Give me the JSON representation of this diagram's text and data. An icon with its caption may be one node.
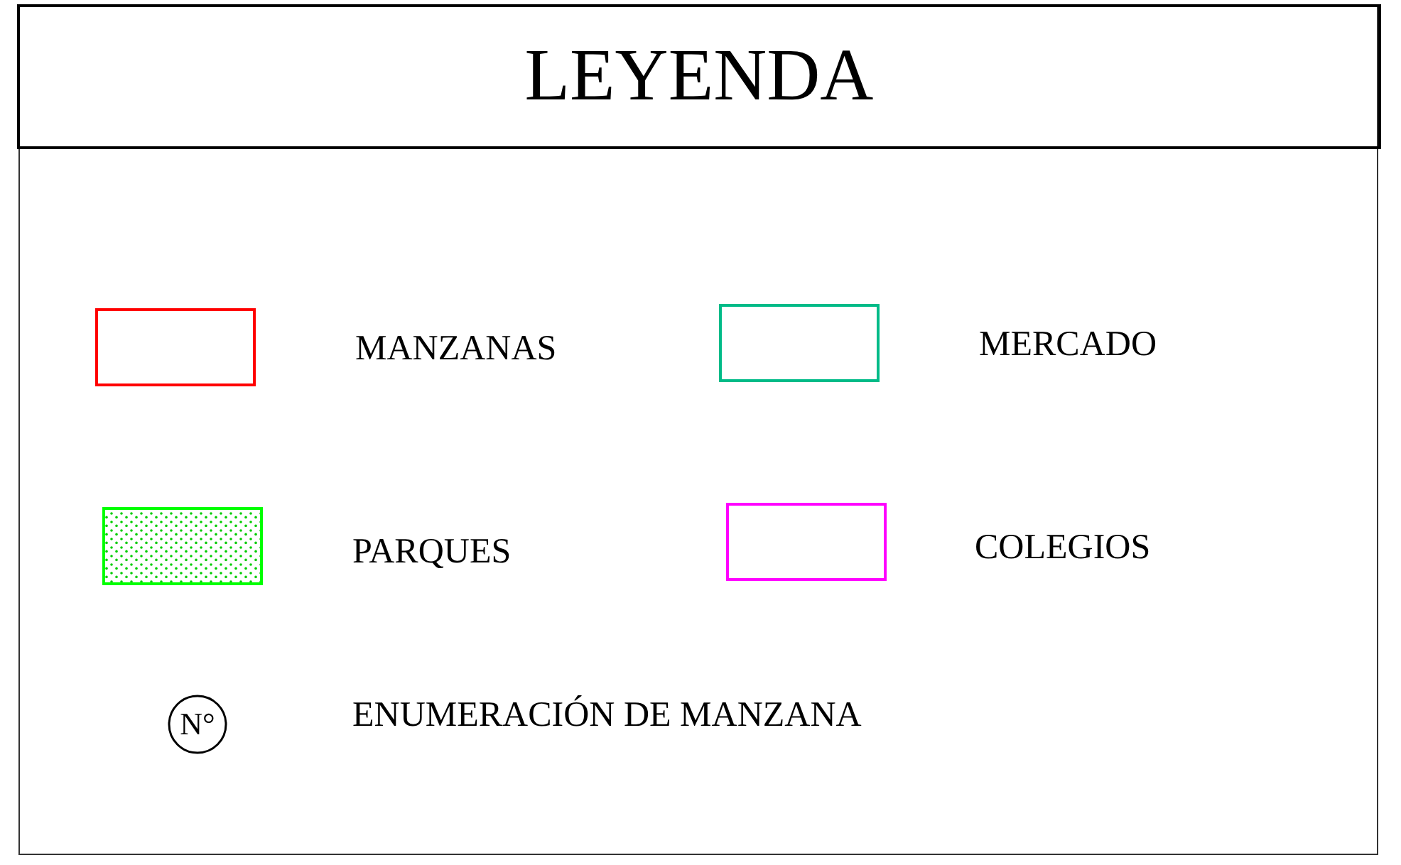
{
  "diagram": {
    "title": "LEYENDA",
    "labels": [
      "N°"
    ],
    "legend": [
      {
        "text": "MANZANAS",
        "color": "#ff0000"
      },
      {
        "text": "MERCADO",
        "color": "#00bb88"
      },
      {
        "text": "PARQUES",
        "color": "#00ff00"
      },
      {
        "text": "COLEGIOS",
        "color": "#ff00ff"
      },
      {
        "text": "ENUMERACIÓN DE MANZANA"
      }
    ]
  }
}
